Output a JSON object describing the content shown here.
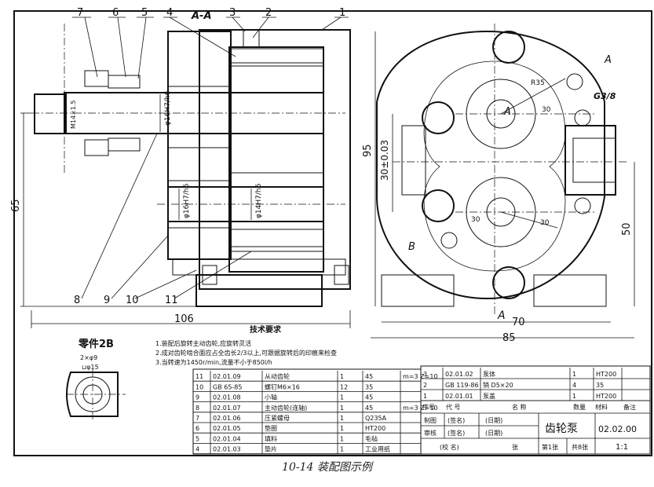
{
  "section_label": "A-A",
  "view_marks": [
    "A",
    "A",
    "B",
    "A"
  ],
  "tolerance_mark": "G3/8",
  "part_balloons": [
    "7",
    "6",
    "5",
    "4",
    "3",
    "2",
    "1"
  ],
  "bottom_balloons": [
    "8",
    "9",
    "10",
    "11"
  ],
  "dims_left": {
    "height_65": "65",
    "width_106": "106",
    "d16_1": "φ16H7/h6",
    "d16_2": "φ16H7/h6",
    "d16_3": "φ14H7/h6",
    "thread": "M14×1.5"
  },
  "dims_right": {
    "h95": "95",
    "h30": "30±0.03",
    "h50": "50",
    "w70": "70",
    "w85": "85",
    "angle1": "30",
    "angle2": "30",
    "angle3": "30",
    "r35": "R35"
  },
  "tech_req": {
    "title": "技术要求",
    "items": [
      "1.装配后旋转主动齿轮,应旋转灵活",
      "2.成对齿轮啮合面应占全齿长2/3以上,可跟据旋转后的印痕来检查",
      "3.当转速为1450r/min,流量不小于850l/h"
    ]
  },
  "detail": {
    "title": "零件2B",
    "dim1": "2×φ9",
    "dim2": "⊔φ15"
  },
  "bom_left": [
    [
      "11",
      "02.01.09",
      "从动齿轮",
      "1",
      "45",
      "m=3 Z=10"
    ],
    [
      "10",
      "GB 65-85",
      "螺钉M6×16",
      "12",
      "35",
      ""
    ],
    [
      "9",
      "02.01.08",
      "小轴",
      "1",
      "45",
      ""
    ],
    [
      "8",
      "02.01.07",
      "主动齿轮(连轴)",
      "1",
      "45",
      "m=3 Z=10"
    ],
    [
      "7",
      "02.01.06",
      "压紧螺母",
      "1",
      "Q235A",
      ""
    ],
    [
      "6",
      "02.01.05",
      "垫圈",
      "1",
      "HT200",
      ""
    ],
    [
      "5",
      "02.01.04",
      "填料",
      "1",
      "毛毡",
      ""
    ],
    [
      "4",
      "02.01.03",
      "垫片",
      "1",
      "工业用纸",
      ""
    ]
  ],
  "bom_right": [
    [
      "3",
      "02.01.02",
      "泵体",
      "1",
      "HT200",
      ""
    ],
    [
      "2",
      "GB 119-86",
      "销 D5×20",
      "4",
      "35",
      ""
    ],
    [
      "1",
      "02.01.01",
      "泵盖",
      "1",
      "HT200",
      ""
    ]
  ],
  "bom_header": [
    "序号",
    "代 号",
    "名 称",
    "数量",
    "材料",
    "备注"
  ],
  "title_block": {
    "drawn": "制图",
    "drawn_sign": "(签名)",
    "drawn_date": "(日期)",
    "checked": "审核",
    "checked_sign": "(签名)",
    "checked_date": "(日期)",
    "part_name": "齿轮泵",
    "drawing_no": "02.02.00",
    "school": "(校 名)",
    "sheet_of": "第1张",
    "sheets": "共8张",
    "scale": "1:1",
    "ratio_label": "张"
  },
  "caption": "10-14 装配图示例"
}
